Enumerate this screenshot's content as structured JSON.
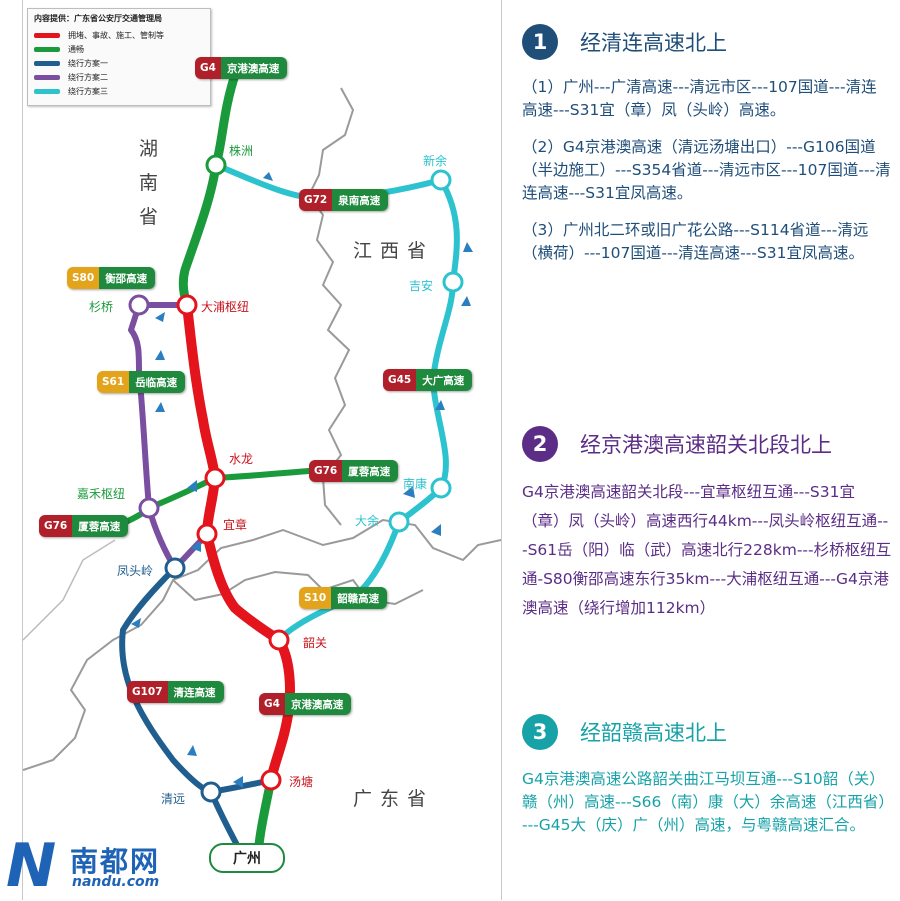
{
  "legend": {
    "title": "内容提供：广东省公安厅交通管理局",
    "items": [
      {
        "label": "拥堵、事故、施工、管制等",
        "color": "#e3141c"
      },
      {
        "label": "通畅",
        "color": "#1b9a3c"
      },
      {
        "label": "绕行方案一",
        "color": "#1f5e8e"
      },
      {
        "label": "绕行方案二",
        "color": "#7a4fa0"
      },
      {
        "label": "绕行方案三",
        "color": "#2cc3cf"
      }
    ]
  },
  "provinces": {
    "hunan": "湖南省",
    "jiangxi": "江西省",
    "guangdong": "广东省"
  },
  "roads": [
    {
      "code": "G4",
      "name": "京港澳高速",
      "code_style": "red"
    },
    {
      "code": "G72",
      "name": "泉南高速",
      "code_style": "red"
    },
    {
      "code": "S80",
      "name": "衡邵高速",
      "code_style": "yellow"
    },
    {
      "code": "S61",
      "name": "岳临高速",
      "code_style": "yellow"
    },
    {
      "code": "G45",
      "name": "大广高速",
      "code_style": "red"
    },
    {
      "code": "G76",
      "name": "厦蓉高速",
      "code_style": "red"
    },
    {
      "code": "G76",
      "name": "厦蓉高速",
      "code_style": "red"
    },
    {
      "code": "S10",
      "name": "韶赣高速",
      "code_style": "yellow"
    },
    {
      "code": "G107",
      "name": "清连高速",
      "code_style": "red"
    },
    {
      "code": "G4",
      "name": "京港澳高速",
      "code_style": "red"
    }
  ],
  "places": {
    "zhuzhou": "株洲",
    "xinyu": "新余",
    "jian": "吉安",
    "shanqiao": "杉桥",
    "dapu": "大浦枢纽",
    "shuilong": "水龙",
    "jiahe": "嘉禾枢纽",
    "nankang": "南康",
    "dayu": "大余",
    "yizhang": "宜章",
    "fengtouling": "凤头岭",
    "shaoguan": "韶关",
    "tangtang": "汤塘",
    "qingyuan": "清远",
    "guangzhou": "广州"
  },
  "logo": {
    "cn": "南都网",
    "en": "nandu.com",
    "mark": "N"
  },
  "sections": [
    {
      "num": "1",
      "title": "经清连高速北上",
      "color": "#1f4e79",
      "paragraphs": [
        "（1）广州---广清高速---清远市区---107国道---清连高速---S31宜（章）凤（头岭）高速。",
        "（2）G4京港澳高速（清远汤塘出口）---G106国道（半边施工）---S354省道---清远市区---107国道---清连高速---S31宜凤高速。",
        "（3）广州北二环或旧广花公路---S114省道---清远（横荷）---107国道---清连高速---S31宜凤高速。"
      ]
    },
    {
      "num": "2",
      "title": "经京港澳高速韶关北段北上",
      "color": "#5b2d86",
      "paragraphs": [
        "G4京港澳高速韶关北段---宜章枢纽互通---S31宜（章）凤（头岭）高速西行44km---凤头岭枢纽互通---S61岳（阳）临（武）高速北行228km---杉桥枢纽互通-S80衡邵高速东行35km---大浦枢纽互通---G4京港澳高速（绕行增加112km）"
      ]
    },
    {
      "num": "3",
      "title": "经韶赣高速北上",
      "color": "#17a2a8",
      "paragraphs": [
        "G4京港澳高速公路韶关曲江马坝互通---S10韶（关）赣（州）高速---S66（南）康（大）余高速（江西省）---G45大（庆）广（州）高速，与粤赣高速汇合。"
      ]
    }
  ]
}
